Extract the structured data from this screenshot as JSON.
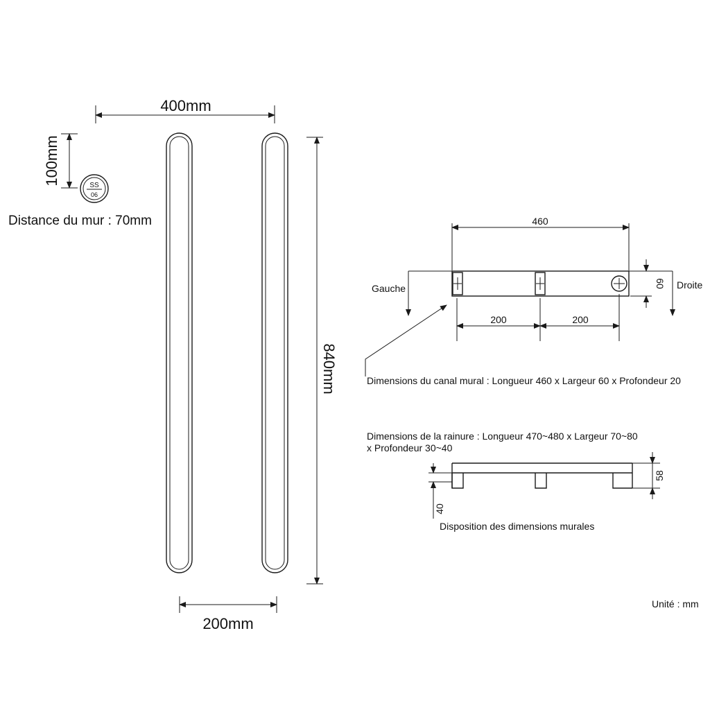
{
  "left": {
    "width_label": "400mm",
    "height_label": "840mm",
    "spacing_label": "200mm",
    "diameter_label": "100mm",
    "wall_distance": "Distance du mur : 70mm",
    "badge_top": "SS",
    "badge_bottom": "06"
  },
  "channel": {
    "length_label": "460",
    "height_label": "60",
    "left_side": "Gauche",
    "right_side": "Droite",
    "spacing_a": "200",
    "spacing_b": "200",
    "dimensions_note": "Dimensions du canal mural : Longueur 460 x Largeur 60 x Profondeur 20"
  },
  "groove": {
    "note_line1": "Dimensions de la rainure : Longueur 470~480 x Largeur 70~80",
    "note_line2": "x Profondeur 30~40",
    "height_label": "58",
    "depth_label": "40",
    "caption": "Disposition des dimensions murales"
  },
  "unit": "Unité : mm"
}
